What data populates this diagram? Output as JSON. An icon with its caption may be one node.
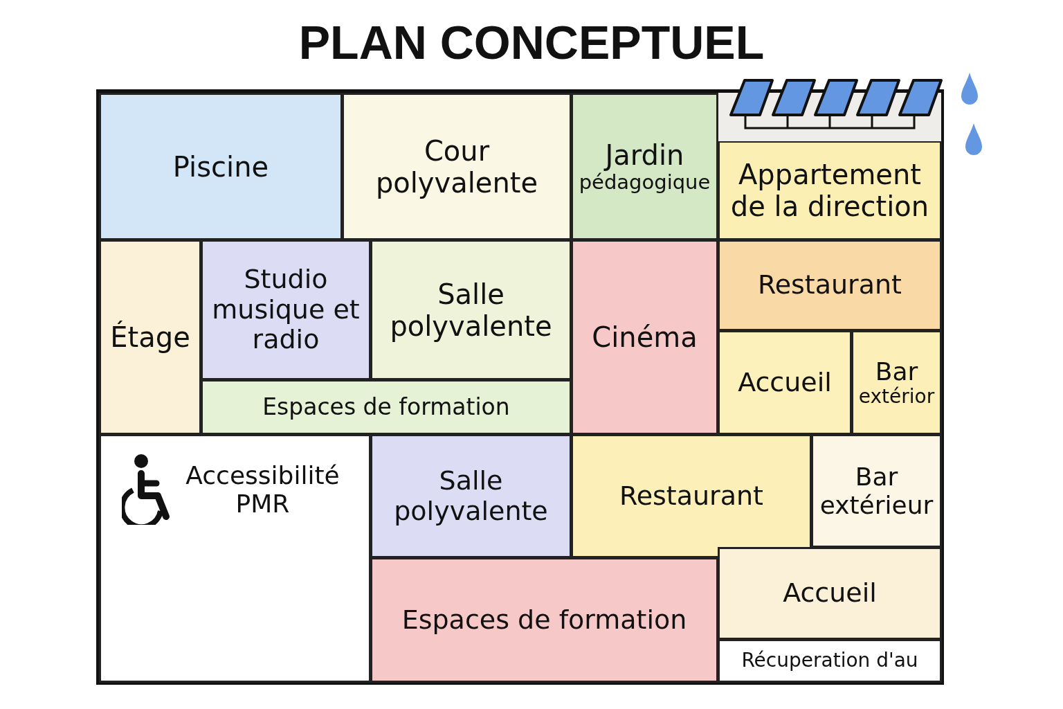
{
  "diagram": {
    "title": "PLAN CONCEPTUEL",
    "nodes": [
      {
        "text": [
          "Piscine"
        ]
      },
      {
        "text": [
          "Cour polyvalente"
        ]
      },
      {
        "text": [
          "Jardin",
          "pédagogique"
        ]
      },
      {
        "text": [
          "Appartement de la direction"
        ]
      },
      {
        "text": [
          "Étage"
        ]
      },
      {
        "text": [
          "Studio musique et radio"
        ]
      },
      {
        "text": [
          "Salle polyvalente"
        ]
      },
      {
        "text": [
          "Espaces de formation"
        ]
      },
      {
        "text": [
          "Cinéma"
        ]
      },
      {
        "text": [
          "Restaurant"
        ]
      },
      {
        "text": [
          "Accueil"
        ]
      },
      {
        "text": [
          "Bar",
          "extérior"
        ]
      },
      {
        "text": [
          "Accessibilité PMR"
        ]
      },
      {
        "text": [
          "Salle polyvalente"
        ]
      },
      {
        "text": [
          "Restaurant"
        ]
      },
      {
        "text": [
          "Bar extérieur"
        ]
      },
      {
        "text": [
          "Espaces de formation"
        ]
      },
      {
        "text": [
          "Accueil"
        ]
      },
      {
        "text": [
          "Récuperation d'au"
        ]
      }
    ]
  }
}
